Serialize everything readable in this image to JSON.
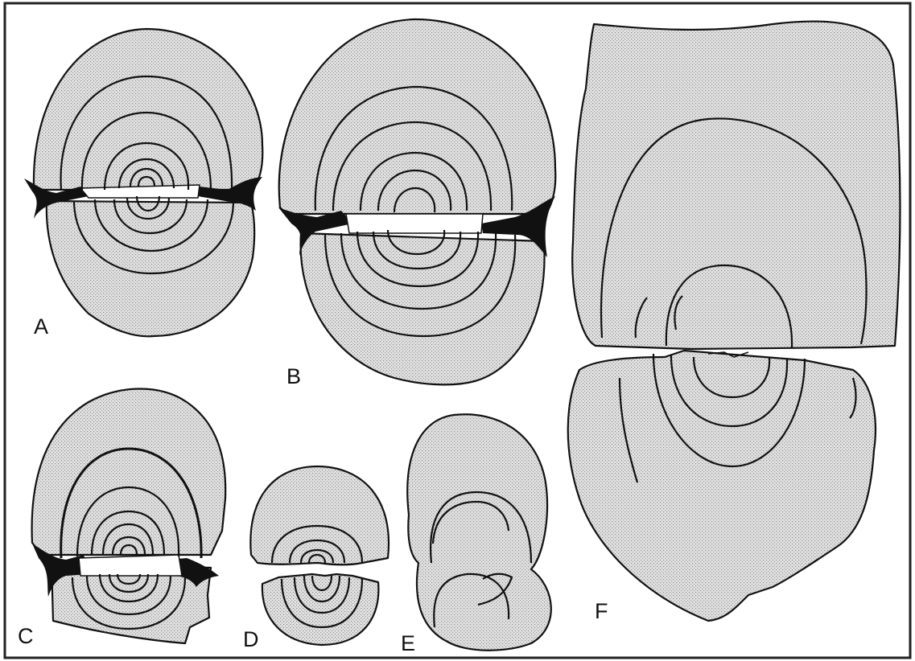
{
  "figure": {
    "labels": [
      "A",
      "B",
      "C",
      "D",
      "E",
      "F"
    ]
  },
  "colors": {
    "shell_fill": "#dcdcdc",
    "stroke": "#111111",
    "frame": "#222222",
    "background": "#ffffff"
  }
}
